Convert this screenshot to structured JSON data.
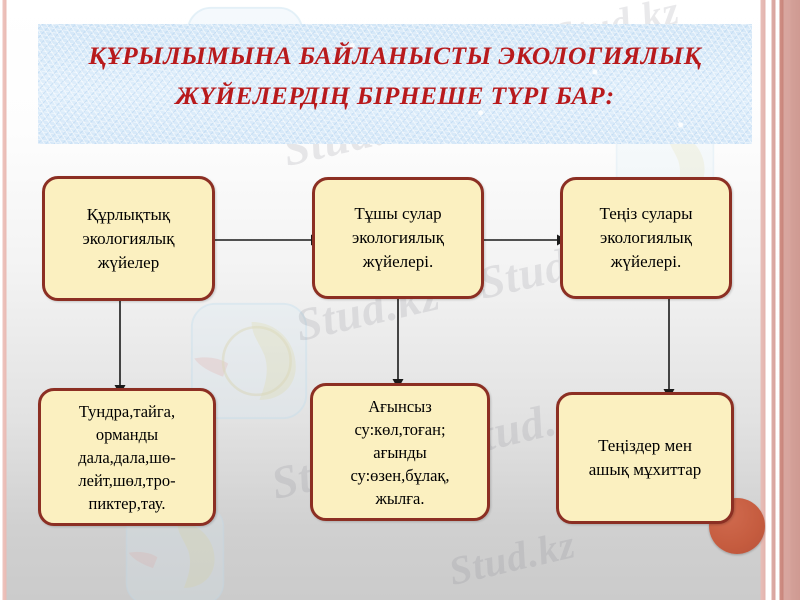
{
  "slide": {
    "title": {
      "line1": "Құрылымына байланысты экологиялық",
      "line2": "жүйелердің бірнеше түрі бар:",
      "color": "#b81a1c",
      "banner_color": "#d9e9f7"
    },
    "theme": {
      "node_fill": "#fbf0c0",
      "node_border": "#8c2f23",
      "accent_circle": "#c55c3f",
      "background_top": "#ffffff",
      "background_bottom": "#cbcbcb",
      "stripe_color": "#cf8d84"
    }
  },
  "diagram": {
    "nodes": [
      {
        "id": "terrestrial-ecosystems",
        "lines": [
          "Құрлықтық",
          "экологиялық",
          "жүйелер"
        ]
      },
      {
        "id": "freshwater-ecosystems",
        "lines": [
          "Тұшы сулар",
          "экологиялық",
          "жүйелері."
        ]
      },
      {
        "id": "marine-ecosystems",
        "lines": [
          "Теңіз сулары",
          "экологиялық",
          "жүйелері."
        ]
      },
      {
        "id": "terrestrial-examples",
        "lines": [
          "Тундра,тайга,",
          "орманды",
          "дала,дала,шө-",
          "лейт,шөл,тро-",
          "пиктер,тау."
        ]
      },
      {
        "id": "freshwater-examples",
        "lines": [
          "Ағынсыз",
          "су:көл,тоған;",
          "ағынды",
          "су:өзен,бұлақ,",
          "жылға."
        ]
      },
      {
        "id": "marine-examples",
        "lines": [
          "Теңіздер мен",
          "ашық мұхиттар"
        ]
      }
    ],
    "connectors": [
      {
        "id": "terrestrial-to-freshwater",
        "from": "terrestrial-ecosystems",
        "to": "freshwater-ecosystems",
        "direction": "right"
      },
      {
        "id": "freshwater-to-marine",
        "from": "freshwater-ecosystems",
        "to": "marine-ecosystems",
        "direction": "right"
      },
      {
        "id": "terrestrial-to-examples",
        "from": "terrestrial-ecosystems",
        "to": "terrestrial-examples",
        "direction": "down"
      },
      {
        "id": "freshwater-to-examples",
        "from": "freshwater-ecosystems",
        "to": "freshwater-examples",
        "direction": "down"
      },
      {
        "id": "marine-to-examples",
        "from": "marine-ecosystems",
        "to": "marine-examples",
        "direction": "down"
      }
    ]
  },
  "watermarks": {
    "text_1": "Stud.kz",
    "text_2": "Stud.kz - Stud.kz",
    "text_3": "Stud.kz - Stud.kz",
    "text_4": "Stud.kz",
    "text_5": "Stud.kz"
  }
}
